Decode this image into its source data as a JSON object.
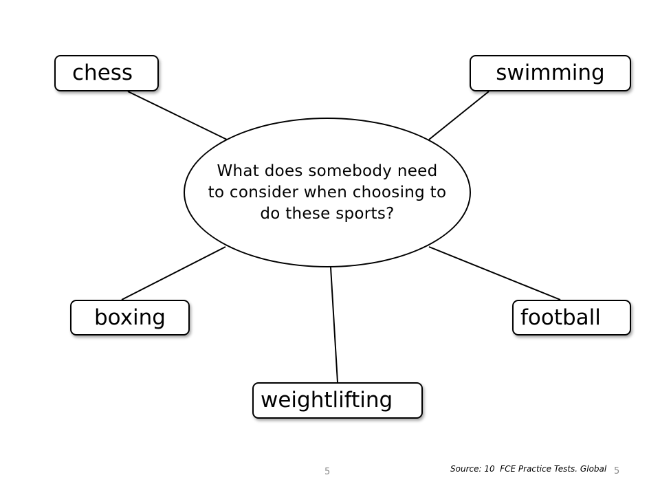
{
  "center": {
    "question": "What does somebody need to consider when choosing to do these sports?"
  },
  "sports": {
    "chess": "chess",
    "swimming": "swimming",
    "boxing": "boxing",
    "football": "football",
    "weightlifting": "weightlifting"
  },
  "footer": {
    "page_number": "5",
    "source": "Source: 10  FCE Practice Tests. Global",
    "page_number_corner": "5"
  }
}
